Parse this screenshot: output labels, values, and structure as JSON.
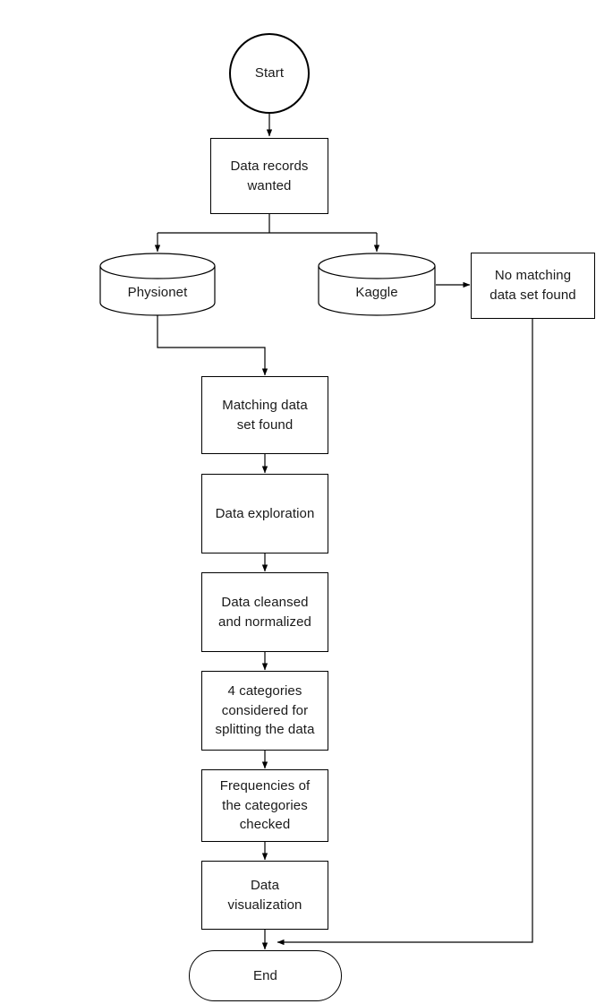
{
  "diagram": {
    "title": "Data workflow flowchart",
    "stroke_color": "#000000",
    "text_color": "#1a1a1a",
    "background_color": "#ffffff",
    "nodes": [
      {
        "id": "start",
        "type": "terminator-circle",
        "label": "Start"
      },
      {
        "id": "data_records",
        "type": "process",
        "label": "Data records\nwanted"
      },
      {
        "id": "physionet",
        "type": "database",
        "label": "Physionet"
      },
      {
        "id": "kaggle",
        "type": "database",
        "label": "Kaggle"
      },
      {
        "id": "no_match",
        "type": "process",
        "label": "No matching\ndata set found"
      },
      {
        "id": "match_found",
        "type": "process",
        "label": "Matching data\nset found"
      },
      {
        "id": "exploration",
        "type": "process",
        "label": "Data exploration"
      },
      {
        "id": "cleansed",
        "type": "process",
        "label": "Data cleansed\nand normalized"
      },
      {
        "id": "categories",
        "type": "process",
        "label": "4 categories\nconsidered for\nsplitting the data"
      },
      {
        "id": "frequencies",
        "type": "process",
        "label": "Frequencies of\nthe categories\nchecked"
      },
      {
        "id": "visualization",
        "type": "process",
        "label": "Data\nvisualization"
      },
      {
        "id": "end",
        "type": "terminator-stadium",
        "label": "End"
      }
    ],
    "edges": [
      {
        "from": "start",
        "to": "data_records",
        "arrow": true
      },
      {
        "from": "data_records",
        "to": "physionet",
        "arrow": true
      },
      {
        "from": "data_records",
        "to": "kaggle",
        "arrow": true
      },
      {
        "from": "physionet",
        "to": "match_found",
        "arrow": true
      },
      {
        "from": "kaggle",
        "to": "no_match",
        "arrow": true
      },
      {
        "from": "match_found",
        "to": "exploration",
        "arrow": true
      },
      {
        "from": "exploration",
        "to": "cleansed",
        "arrow": true
      },
      {
        "from": "cleansed",
        "to": "categories",
        "arrow": true
      },
      {
        "from": "categories",
        "to": "frequencies",
        "arrow": true
      },
      {
        "from": "frequencies",
        "to": "visualization",
        "arrow": true
      },
      {
        "from": "visualization",
        "to": "end",
        "arrow": true
      },
      {
        "from": "no_match",
        "to": "end",
        "arrow": true
      }
    ]
  }
}
